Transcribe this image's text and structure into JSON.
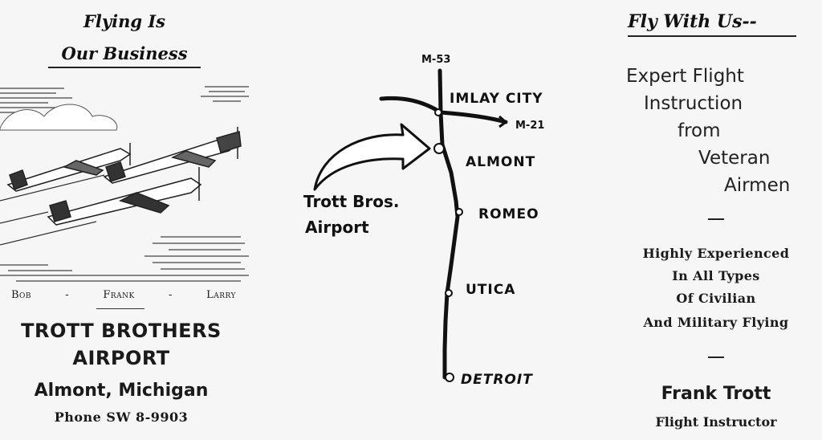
{
  "left": {
    "heading_line1": "Flying Is",
    "heading_line2": "Our Business",
    "names": [
      "Bob",
      "-",
      "Frank",
      "-",
      "Larry"
    ],
    "title_line1": "TROTT BROTHERS",
    "title_line2": "AIRPORT",
    "location": "Almont, Michigan",
    "phone": "Phone SW 8-9903"
  },
  "map": {
    "road_top": "M-53",
    "road_side": "M-21",
    "towns": [
      "IMLAY CITY",
      "ALMONT",
      "ROMEO",
      "UTICA",
      "DETROIT"
    ],
    "airport_label_line1": "Trott Bros.",
    "airport_label_line2": "Airport"
  },
  "right": {
    "heading": "Fly With Us--",
    "lines": [
      "Expert Flight",
      "Instruction",
      "from",
      "Veteran",
      "Airmen"
    ],
    "experience": [
      "Highly Experienced",
      "In All Types",
      "Of Civilian",
      "And Military Flying"
    ],
    "name": "Frank Trott",
    "role": "Flight Instructor"
  }
}
